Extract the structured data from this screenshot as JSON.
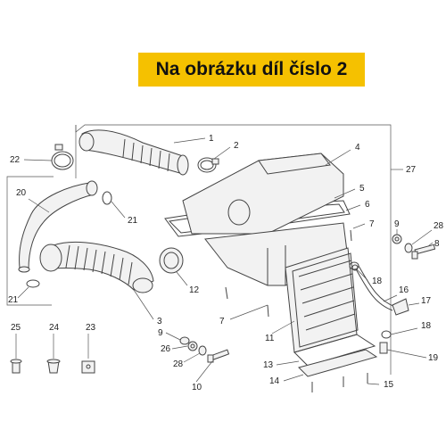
{
  "banner": {
    "text": "Na obrázku díl číslo 2",
    "background": "#f5c100"
  },
  "callouts": [
    {
      "id": "c1",
      "label": "1"
    },
    {
      "id": "c2",
      "label": "2"
    },
    {
      "id": "c3",
      "label": "3"
    },
    {
      "id": "c4",
      "label": "4"
    },
    {
      "id": "c5",
      "label": "5"
    },
    {
      "id": "c6",
      "label": "6"
    },
    {
      "id": "c7a",
      "label": "7"
    },
    {
      "id": "c7b",
      "label": "7"
    },
    {
      "id": "c8",
      "label": "8"
    },
    {
      "id": "c9a",
      "label": "9"
    },
    {
      "id": "c9b",
      "label": "9"
    },
    {
      "id": "c10",
      "label": "10"
    },
    {
      "id": "c11",
      "label": "11"
    },
    {
      "id": "c12",
      "label": "12"
    },
    {
      "id": "c13",
      "label": "13"
    },
    {
      "id": "c14",
      "label": "14"
    },
    {
      "id": "c15",
      "label": "15"
    },
    {
      "id": "c16",
      "label": "16"
    },
    {
      "id": "c17",
      "label": "17"
    },
    {
      "id": "c18a",
      "label": "18"
    },
    {
      "id": "c18b",
      "label": "18"
    },
    {
      "id": "c19",
      "label": "19"
    },
    {
      "id": "c20",
      "label": "20"
    },
    {
      "id": "c21a",
      "label": "21"
    },
    {
      "id": "c21b",
      "label": "21"
    },
    {
      "id": "c22",
      "label": "22"
    },
    {
      "id": "c23",
      "label": "23"
    },
    {
      "id": "c24",
      "label": "24"
    },
    {
      "id": "c25",
      "label": "25"
    },
    {
      "id": "c26",
      "label": "26"
    },
    {
      "id": "c27",
      "label": "27"
    },
    {
      "id": "c28a",
      "label": "28"
    },
    {
      "id": "c28b",
      "label": "28"
    }
  ]
}
